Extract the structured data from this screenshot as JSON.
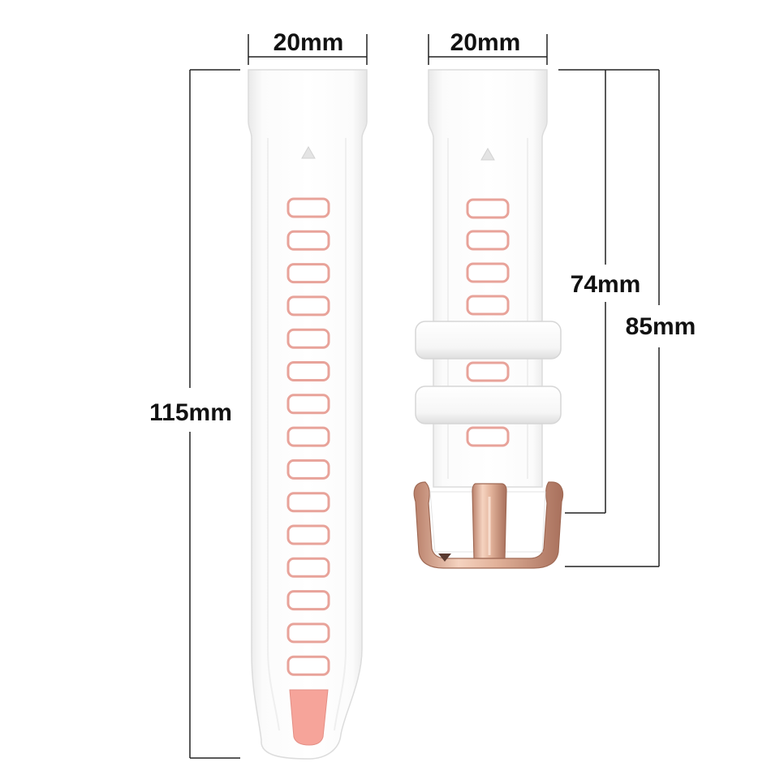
{
  "dimensions": {
    "top_width_left": "20mm",
    "top_width_right": "20mm",
    "long_strap_length": "115mm",
    "short_strap_inner_length": "74mm",
    "short_strap_total_length": "85mm"
  },
  "colors": {
    "strap": "#ffffff",
    "strap_shade": "#ececec",
    "strap_edge": "#d8d8d8",
    "hole_rim": "#e8a39a",
    "tip_insert": "#f6a49a",
    "buckle": "#e2b29a",
    "buckle_dark": "#b9806a",
    "line": "#222222"
  },
  "product": {
    "long_strap_holes": 15,
    "short_strap_holes": 6,
    "keepers": 2
  }
}
